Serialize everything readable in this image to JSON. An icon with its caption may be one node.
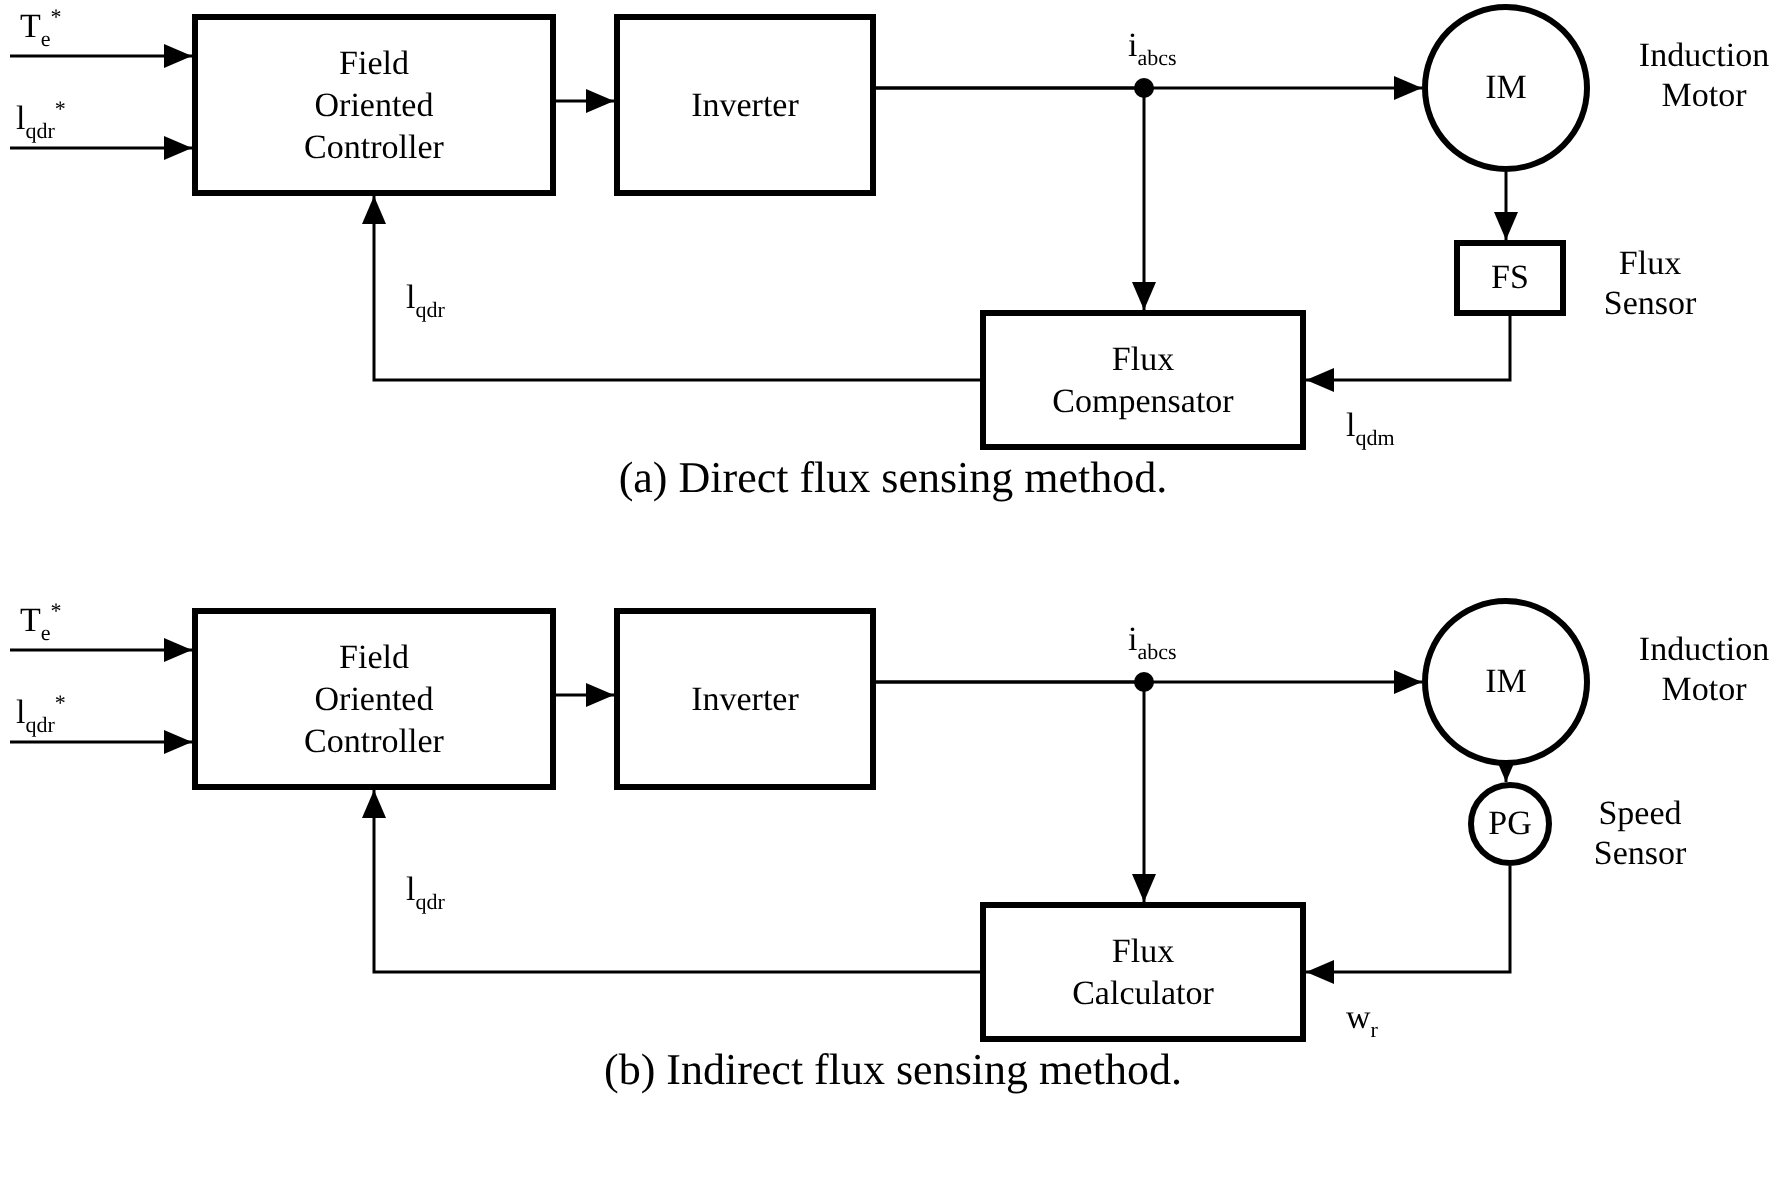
{
  "diagram": {
    "nodes": [
      {
        "text": [
          "Field Oriented Controller"
        ]
      },
      {
        "text": [
          "Inverter"
        ]
      },
      {
        "text": [
          "IM"
        ],
        "beside": [
          "Induction Motor"
        ]
      },
      {
        "text": [
          "FS"
        ],
        "beside": [
          "Flux Sensor"
        ]
      },
      {
        "text": [
          "Flux Compensator"
        ]
      },
      {
        "text": [
          "Field Oriented Controller"
        ]
      },
      {
        "text": [
          "Inverter"
        ]
      },
      {
        "text": [
          "IM"
        ],
        "beside": [
          "Induction Motor"
        ]
      },
      {
        "text": [
          "PG"
        ],
        "beside": [
          "Speed Sensor"
        ]
      },
      {
        "text": [
          "Flux Calculator"
        ]
      }
    ],
    "edges": [
      {
        "from": null,
        "to": 0,
        "arrow": "to",
        "label": "T$_{e}$$^{*}$"
      },
      {
        "from": null,
        "to": 0,
        "arrow": "to",
        "label": "l$_{qdr}$$^{*}$"
      },
      {
        "from": 0,
        "to": 1,
        "arrow": "to"
      },
      {
        "from": 1,
        "to": 2,
        "arrow": "to",
        "label": "i$_{abcs}$"
      },
      {
        "from": 1,
        "to": 4,
        "arrow": "to"
      },
      {
        "from": 2,
        "to": 3,
        "arrow": "to"
      },
      {
        "from": 3,
        "to": 4,
        "arrow": "to",
        "label": "l$_{qdm}$"
      },
      {
        "from": 4,
        "to": 0,
        "arrow": "to",
        "label": "l$_{qdr}$"
      },
      {
        "from": null,
        "to": 5,
        "arrow": "to",
        "label": "T$_{e}$$^{*}$"
      },
      {
        "from": null,
        "to": 5,
        "arrow": "to",
        "label": "l$_{qdr}$$^{*}$"
      },
      {
        "from": 5,
        "to": 6,
        "arrow": "to"
      },
      {
        "from": 6,
        "to": 7,
        "arrow": "to",
        "label": "i$_{abcs}$"
      },
      {
        "from": 6,
        "to": 9,
        "arrow": "to"
      },
      {
        "from": 7,
        "to": 8,
        "arrow": "to"
      },
      {
        "from": 8,
        "to": 9,
        "arrow": "to",
        "label": "w$_{r}$"
      },
      {
        "from": 9,
        "to": 5,
        "arrow": "to",
        "label": "l$_{qdr}$"
      }
    ],
    "labels": [
      "(a) Direct flux sensing method.",
      "(b) Indirect flux sensing method."
    ]
  }
}
